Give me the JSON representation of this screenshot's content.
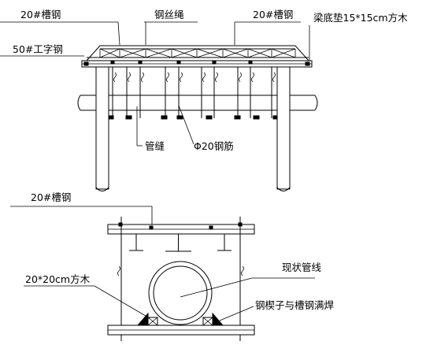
{
  "top_view": {
    "label_channel_left": "20#槽钢",
    "label_wire_rope": "钢丝绳",
    "label_channel_right": "20#槽钢",
    "label_timber_pad": "梁底垫15*15cm方木",
    "label_i_beam": "50#工字钢",
    "label_pipe_joint": "管缝",
    "label_rebar": "Φ20钢筋"
  },
  "section_view": {
    "label_channel": "20#槽钢",
    "label_existing_pipe": "现状管线",
    "label_timber": "20*20cm方木",
    "label_weld": "钢楔子与槽钢满焊"
  }
}
